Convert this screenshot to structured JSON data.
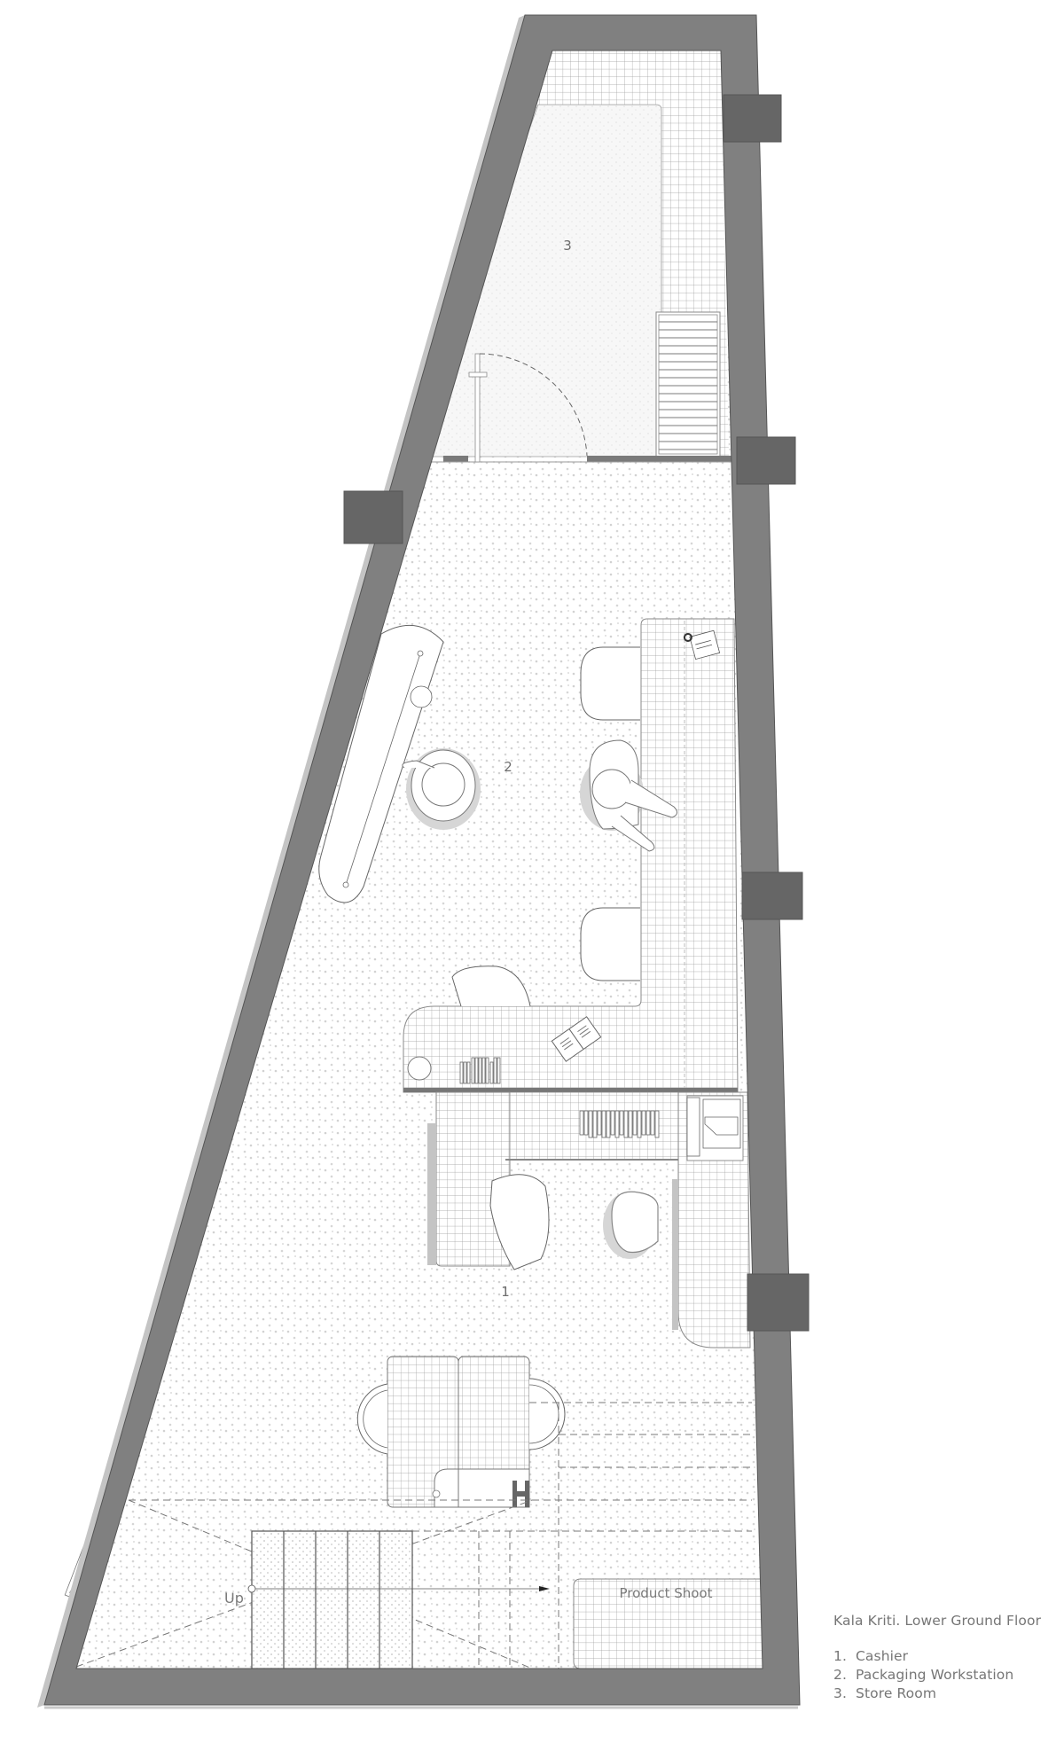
{
  "drawing": {
    "title": "Kala Kriti. Lower Ground Floor",
    "type": "Architectural floor plan"
  },
  "rooms": [
    {
      "number": "1",
      "name": "Cashier"
    },
    {
      "number": "2",
      "name": "Packaging Workstation"
    },
    {
      "number": "3",
      "name": "Store Room"
    }
  ],
  "legend": {
    "title": "Kala Kriti. Lower Ground Floor",
    "items": [
      {
        "num": "1.",
        "label": "Cashier"
      },
      {
        "num": "2.",
        "label": "Packaging Workstation"
      },
      {
        "num": "3.",
        "label": "Store Room"
      }
    ]
  },
  "annotations": {
    "room_1": "1",
    "room_2": "2",
    "room_3": "3",
    "stairs": "Up",
    "product_shoot": "Product Shoot"
  },
  "colors": {
    "wall": "#808080",
    "pillar": "#666666",
    "wall_shadow": "#c4c4c4",
    "floor_dots": "#cfcfcf",
    "grid": "#9a9a9a",
    "text": "#767676"
  }
}
